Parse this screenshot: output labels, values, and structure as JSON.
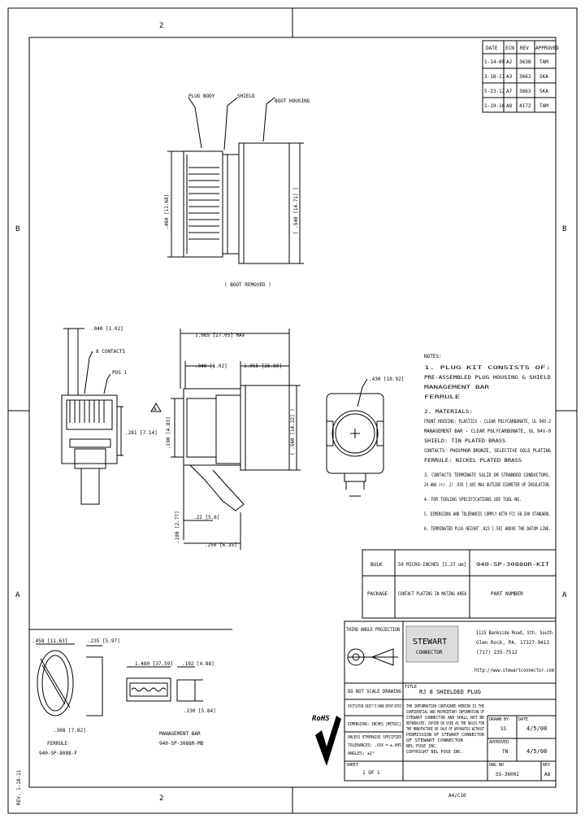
{
  "border": {
    "col_top": "2",
    "col_bottom": "2",
    "row_left_b": "B",
    "row_right_b": "B",
    "row_left_a": "A",
    "row_right_a": "A",
    "rev_side": "REV. 1-18-11"
  },
  "rev_table": {
    "headers": [
      "DATE",
      "ECN",
      "REV",
      "APPROVED"
    ],
    "rows": [
      [
        "1-14-09",
        "A2",
        "3638",
        "TAM"
      ],
      [
        "3-18-11",
        "A3",
        "3663",
        "SKA"
      ],
      [
        "5-23-12",
        "A7",
        "3863",
        "SKA"
      ],
      [
        "1-19-16",
        "A8",
        "4172",
        "TAM"
      ]
    ]
  },
  "top_view": {
    "label_plug_body": "PLUG BODY",
    "label_shield": "SHIELD",
    "label_boot": "BOOT HOUSING",
    "dim_height": ".460 [11.68]",
    "dim_width": "[ .540 [14.71] ]",
    "caption": "( BOOT REMOVED )"
  },
  "front_view": {
    "dim_pitch": ".040 [1.02]",
    "dim_contacts": "8 CONTACTS",
    "dim_pos": "POS 1",
    "dim_height": ".281 [7.14]"
  },
  "side_view": {
    "dim_overall": "1.065 [27.05] MAX",
    "dim_a": ".040 [1.02]",
    "dim_b": "1.055 [26.80]",
    "dim_c": ".190 [4.83]",
    "dim_d": "( .560 [14.22] )",
    "dim_e": ".109 [2.77]",
    "dim_f": ".22 [5.6]",
    "dim_g": ".250 [6.35]",
    "marker": "A"
  },
  "end_view": {
    "dim_dia": ".430 [10.92]"
  },
  "notes": {
    "title": "NOTES:",
    "lines": [
      "1.  PLUG KIT CONSISTS OF:",
      "    PRE-ASSEMBLED PLUG HOUSING & SHIELD",
      "    MANAGEMENT BAR",
      "    FERRULE",
      "2.  MATERIALS:",
      "    FRONT HOUSING: PLASTICS - CLEAR POLYCARBONATE, UL 94V-2",
      "    MANAGEMENT BAR - CLEAR POLYCARBONATE, UL 94V-0",
      "    SHIELD: TIN PLATED BRASS",
      "    CONTACTS: PHOSPHOR BRONZE, SELECTIVE GOLD PLATING",
      "    FERRULE: NICKEL PLATED BRASS",
      "3.  CONTACTS TERMINATE SOLID OR STRANDED CONDUCTORS.",
      "    24 AWG (+/- 2) .035 [.89] MAX OUTSIDE DIAMETER OF INSULATION.",
      "4.  FOR TOOLING SPECIFICATIONS SEE TOOL-NO.",
      "5.  DIMENSIONS AND TOLERANCES COMPLY WITH FCC 68.500 STANDARD.",
      "6.  TERMINATED PLUG HEIGHT .023 [.58] ABOVE THE DATUM LINE."
    ]
  },
  "part_table": {
    "c1": "BULK",
    "c2": "50 MICRO-INCHES [1.27 um]",
    "c3": "940-SP-3088OR-KIT",
    "h1": "PACKAGE",
    "h2": "CONTACT PLATING IN MATING AREA",
    "h3": "PART NUMBER"
  },
  "ferrule": {
    "dim_a": ".458 [11.63]",
    "dim_b": ".235 [5.97]",
    "dim_c": ".308 [7.82]",
    "label": "FERRULE",
    "part": "940-SP-8088-F"
  },
  "mgmt_bar": {
    "dim_a": "1.480 [37.59]",
    "dim_b": ".192 [4.88]",
    "dim_c": ".230 [5.84]",
    "label": "MANAGEMENT BAR",
    "part": "940-SP-3088R-MB"
  },
  "title_block": {
    "third_angle": "THIRD ANGLE PROJECTION",
    "company_lines": [
      "1115 Bankside Road, Sth. South",
      "Glen Rock, PA. 17327-9413",
      "(717) 235-7512"
    ],
    "web": "http://www.stewartconnector.com",
    "logo_text": "STEWART",
    "logo_sub": "CONNECTOR",
    "title_label": "TITLE",
    "title": "RJ 8 SHIELDED PLUG",
    "no_scale": "DO NOT SCALE DRAWING",
    "spec_note": "SPECIFICATIONS SUBJECT TO CHANGE WITHOUT NOTICE",
    "dims_inches": "DIMENSIONS: INCHES [METRIC]",
    "tol_lines": [
      "UNLESS OTHERWISE SPECIFIED",
      "TOLERANCES: .XXX = ±.005",
      "ANGLES: ±1°"
    ],
    "prop_lines": [
      "THE INFORMATION CONTAINED HEREIN IS THE",
      "CONFIDENTIAL AND PROPRIETARY INFORMATION OF",
      "STEWART CONNECTOR AND SHALL NOT BE",
      "REPRODUCED, COPIED OR USED AS THE BASIS FOR",
      "THE MANUFACTURE OR SALE OF APPARATUS WITHOUT",
      "PERMISSION OF STEWART CONNECTOR",
      "OF STEWART CONNECTOR",
      "BEL FUSE INC.",
      "COPYRIGHT BEL FUSE INC."
    ],
    "drawn_label": "DRAWN BY",
    "drawn_by": "SS",
    "drawn_date_label": "DATE",
    "drawn_date": "4/5/08",
    "approved_label": "APPROVED",
    "approved_by": "TN",
    "approved_date": "4/5/08",
    "sheet_label": "SHEET",
    "sheet": "1 OF 1",
    "dwg_label": "DWG NO",
    "dwg_no": "SS-36002",
    "rev_label": "REV",
    "rev": "A8",
    "rohs": "RoHS",
    "size_label": "A4/C10"
  }
}
